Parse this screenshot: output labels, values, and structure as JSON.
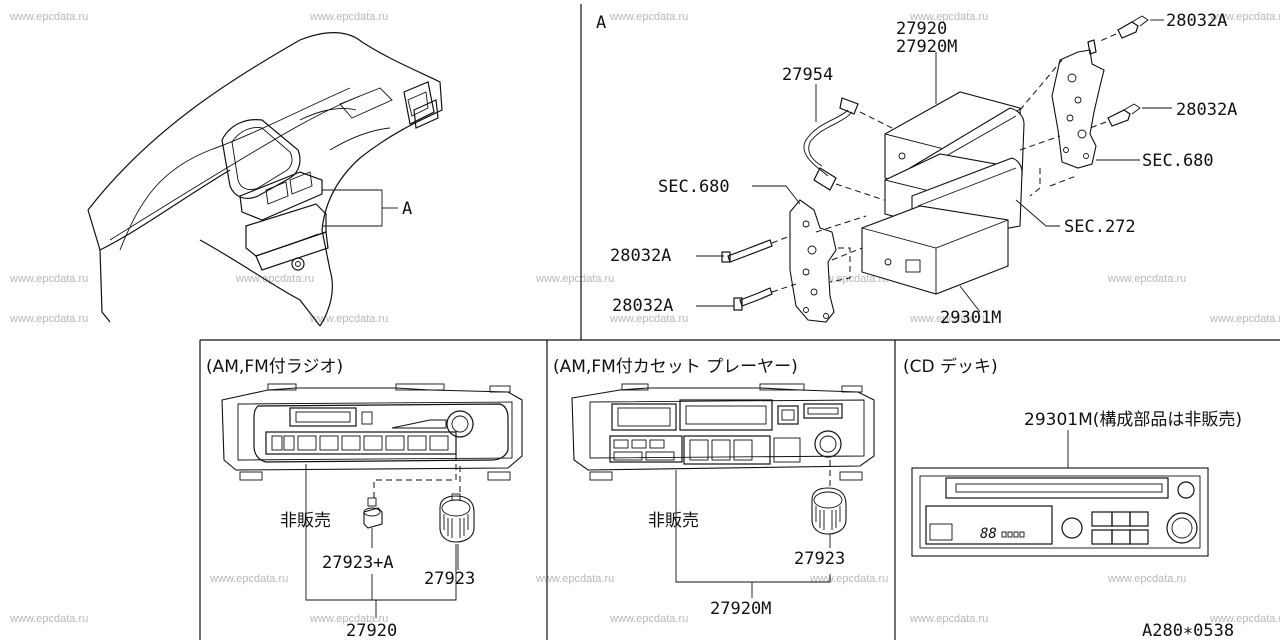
{
  "watermark": "www.epcdata.ru",
  "overview": {
    "marker": "A"
  },
  "detail": {
    "marker": "A",
    "labels": {
      "p27920": "27920",
      "p27920m": "27920M",
      "p27954": "27954",
      "p28032a_tr": "28032A",
      "p28032a_r": "28032A",
      "sec680_r": "SEC.680",
      "sec680_l": "SEC.680",
      "sec272": "SEC.272",
      "p28032a_l1": "28032A",
      "p28032a_l2": "28032A",
      "p29301m": "29301M"
    }
  },
  "panels": {
    "radio": {
      "title": "(AM,FM付ラジオ)",
      "not_for_sale": "非販売",
      "knob_small": "27923+A",
      "knob": "27923",
      "assembly": "27920"
    },
    "cassette": {
      "title": "(AM,FM付カセット プレーヤー)",
      "not_for_sale": "非販売",
      "knob": "27923",
      "assembly": "27920M"
    },
    "cd": {
      "title": "(CD デッキ)",
      "part": "29301M(構成部品は非販売)",
      "display": "88"
    }
  },
  "footer": {
    "code": "A280∗0538"
  }
}
